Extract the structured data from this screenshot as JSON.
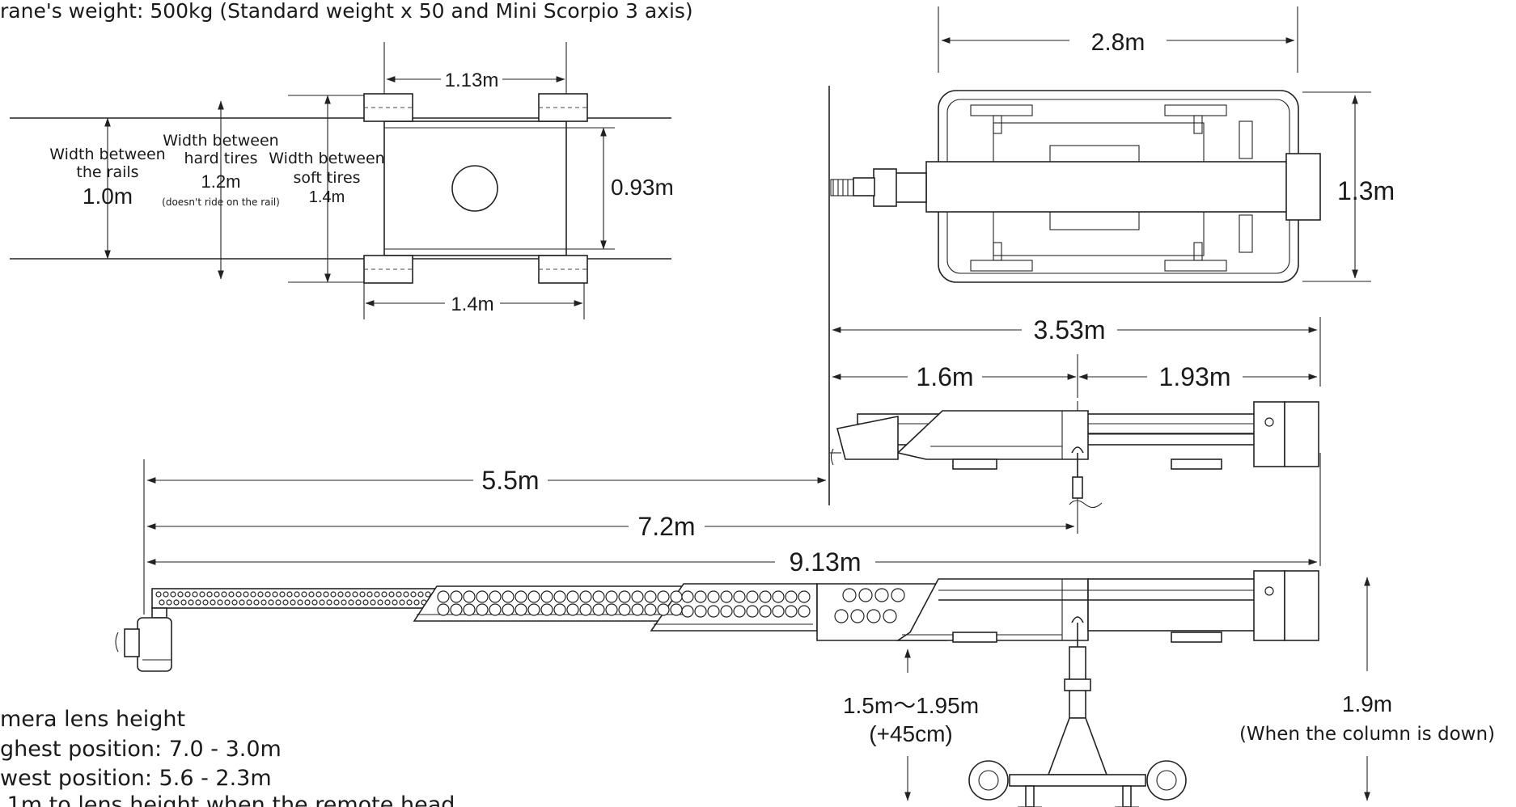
{
  "header": {
    "weight_text": "rane's weight: 500kg (Standard weight x 50 and Mini Scorpio 3 axis)"
  },
  "track": {
    "rails_label": [
      "Width between",
      "the rails"
    ],
    "rails_value": "1.0m",
    "hard_label": [
      "Width between",
      "hard tires"
    ],
    "hard_value": "1.2m",
    "hard_note": "(doesn't ride on the rail)",
    "soft_label": [
      "Width between",
      "soft tires"
    ],
    "soft_value": "1.4m",
    "top_dim": "1.13m",
    "bottom_dim": "1.4m",
    "side_dim": "0.93m"
  },
  "plan": {
    "width_dim": "2.8m",
    "height_dim": "1.3m"
  },
  "arm": {
    "total_short": "3.53m",
    "front": "1.6m",
    "rear": "1.93m",
    "reach_5": "5.5m",
    "reach_7": "7.2m",
    "reach_9": "9.13m"
  },
  "heights": {
    "column_range": "1.5m～1.95m",
    "column_extra": "(+45cm)",
    "base_height": "1.9m",
    "base_note": "(When the column is down)"
  },
  "lens": {
    "title": "mera lens height",
    "highest": "ghest position: 7.0 - 3.0m",
    "lowest": "west position: 5.6 - 2.3m",
    "note": ".1m to lens height when the remote head"
  }
}
